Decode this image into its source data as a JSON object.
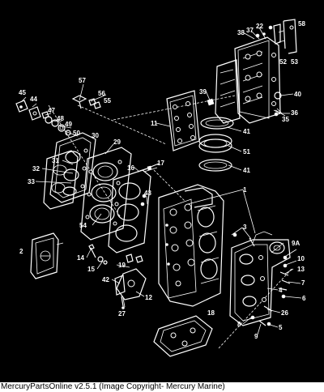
{
  "caption": "MercuryPartsOnline v2.5.1 (Image Copyright- Mercury Marine)",
  "callouts": [
    {
      "id": "58",
      "text": "58"
    },
    {
      "id": "22",
      "text": "22"
    },
    {
      "id": "37",
      "text": "37"
    },
    {
      "id": "38",
      "text": "38"
    },
    {
      "id": "52",
      "text": "52"
    },
    {
      "id": "53",
      "text": "53"
    },
    {
      "id": "57",
      "text": "57"
    },
    {
      "id": "56",
      "text": "56"
    },
    {
      "id": "55",
      "text": "55"
    },
    {
      "id": "45",
      "text": "45"
    },
    {
      "id": "44",
      "text": "44"
    },
    {
      "id": "47",
      "text": "47"
    },
    {
      "id": "48",
      "text": "48"
    },
    {
      "id": "49",
      "text": "49"
    },
    {
      "id": "50",
      "text": "50"
    },
    {
      "id": "30",
      "text": "30"
    },
    {
      "id": "39",
      "text": "39"
    },
    {
      "id": "40",
      "text": "40"
    },
    {
      "id": "36",
      "text": "36"
    },
    {
      "id": "35",
      "text": "35"
    },
    {
      "id": "11",
      "text": "11"
    },
    {
      "id": "41a",
      "text": "41"
    },
    {
      "id": "51",
      "text": "51"
    },
    {
      "id": "41b",
      "text": "41"
    },
    {
      "id": "29",
      "text": "29"
    },
    {
      "id": "31",
      "text": "31"
    },
    {
      "id": "32",
      "text": "32"
    },
    {
      "id": "33",
      "text": "33"
    },
    {
      "id": "16",
      "text": "16"
    },
    {
      "id": "17",
      "text": "17"
    },
    {
      "id": "43",
      "text": "43"
    },
    {
      "id": "1",
      "text": "1"
    },
    {
      "id": "54",
      "text": "54"
    },
    {
      "id": "3",
      "text": "3"
    },
    {
      "id": "2",
      "text": "2"
    },
    {
      "id": "14",
      "text": "14"
    },
    {
      "id": "15",
      "text": "15"
    },
    {
      "id": "19",
      "text": "19"
    },
    {
      "id": "9A",
      "text": "9A"
    },
    {
      "id": "10",
      "text": "10"
    },
    {
      "id": "13",
      "text": "13"
    },
    {
      "id": "42",
      "text": "42"
    },
    {
      "id": "7",
      "text": "7"
    },
    {
      "id": "12",
      "text": "12"
    },
    {
      "id": "4",
      "text": "4"
    },
    {
      "id": "6",
      "text": "6"
    },
    {
      "id": "27",
      "text": "27"
    },
    {
      "id": "26",
      "text": "26"
    },
    {
      "id": "18",
      "text": "18"
    },
    {
      "id": "8",
      "text": "8"
    },
    {
      "id": "5",
      "text": "5"
    },
    {
      "id": "9",
      "text": "9"
    }
  ]
}
